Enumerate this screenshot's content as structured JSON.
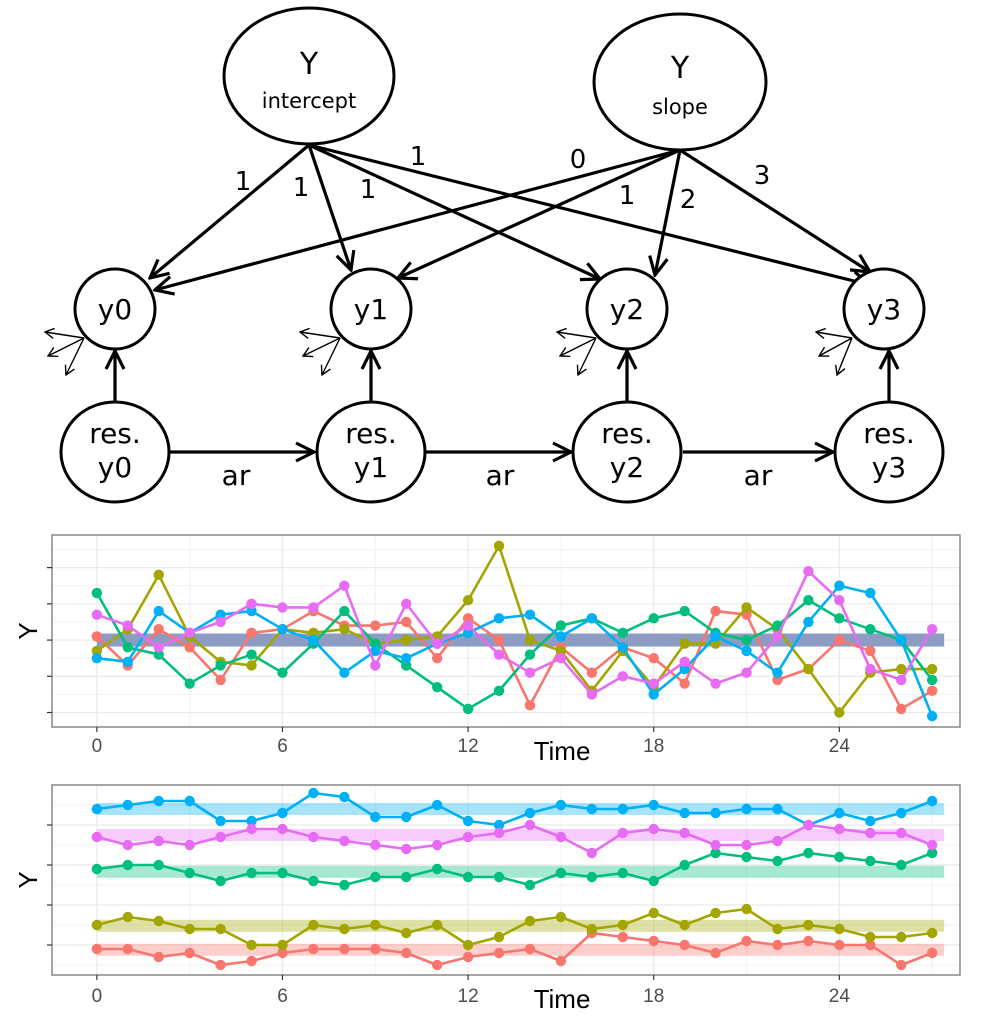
{
  "diagram": {
    "latent_nodes": [
      {
        "id": "intercept",
        "label": "Y",
        "sublabel": "intercept"
      },
      {
        "id": "slope",
        "label": "Y",
        "sublabel": "slope"
      }
    ],
    "observed_nodes": [
      {
        "id": "y0",
        "label": "y0"
      },
      {
        "id": "y1",
        "label": "y1"
      },
      {
        "id": "y2",
        "label": "y2"
      },
      {
        "id": "y3",
        "label": "y3"
      }
    ],
    "residual_nodes": [
      {
        "id": "res0",
        "line1": "res.",
        "line2": "y0"
      },
      {
        "id": "res1",
        "line1": "res.",
        "line2": "y1"
      },
      {
        "id": "res2",
        "line1": "res.",
        "line2": "y2"
      },
      {
        "id": "res3",
        "line1": "res.",
        "line2": "y3"
      }
    ],
    "intercept_loadings": [
      "1",
      "1",
      "1",
      "1"
    ],
    "slope_loadings": [
      "0",
      "1",
      "2",
      "3"
    ],
    "ar_labels": [
      "ar",
      "ar",
      "ar"
    ]
  },
  "chart_data": [
    {
      "type": "line",
      "title": "",
      "xlabel": "Time",
      "ylabel": "Y",
      "x_ticks": [
        0,
        6,
        12,
        18,
        24
      ],
      "x_tick_labels": [
        "0",
        "6",
        "12",
        "18",
        "24"
      ],
      "xlim": [
        -1.45,
        27.9
      ],
      "ylim": [
        -2.4,
        2.9
      ],
      "y_ticks": [
        -2,
        -1,
        0,
        1,
        2
      ],
      "y_tick_labels_shown": false,
      "grid": true,
      "legend": "none",
      "x": [
        0,
        1,
        2,
        3,
        4,
        5,
        6,
        7,
        8,
        9,
        10,
        11,
        12,
        13,
        14,
        15,
        16,
        17,
        18,
        19,
        20,
        21,
        22,
        23,
        24,
        25,
        26,
        27
      ],
      "bands": [
        {
          "name": "common-mean",
          "center": 0.0,
          "halfwidth": 0.18,
          "color": "#8C9CC2"
        }
      ],
      "series": [
        {
          "name": "person-1",
          "color": "#F8766D",
          "values": [
            0.1,
            -0.7,
            0.3,
            -0.2,
            -1.1,
            0.2,
            0.3,
            0.8,
            0.4,
            0.4,
            0.5,
            -0.5,
            0.6,
            0.0,
            -1.8,
            -0.2,
            -0.9,
            -0.2,
            -0.5,
            -1.2,
            0.8,
            0.7,
            -1.1,
            -0.8,
            0.0,
            -0.3,
            -1.9,
            -1.4
          ]
        },
        {
          "name": "person-2",
          "color": "#A3A500",
          "values": [
            -0.3,
            0.3,
            1.8,
            0.1,
            -0.6,
            -0.7,
            0.3,
            0.2,
            0.3,
            -0.1,
            0.0,
            0.1,
            1.1,
            2.6,
            0.0,
            -0.3,
            -1.4,
            -0.3,
            -1.3,
            -0.1,
            -0.1,
            0.9,
            0.3,
            -0.8,
            -2.0,
            -0.9,
            -0.8,
            -0.8
          ]
        },
        {
          "name": "person-3",
          "color": "#00BF7D",
          "values": [
            1.3,
            -0.2,
            -0.4,
            -1.2,
            -0.7,
            -0.4,
            -0.9,
            -0.1,
            0.8,
            -0.1,
            -0.7,
            -1.3,
            -1.9,
            -1.4,
            -0.4,
            0.4,
            0.6,
            0.2,
            0.6,
            0.8,
            0.2,
            0.0,
            0.4,
            1.1,
            0.6,
            0.3,
            0.0,
            -1.1
          ]
        },
        {
          "name": "person-4",
          "color": "#00B0F6",
          "values": [
            -0.5,
            -0.6,
            0.8,
            0.2,
            0.7,
            0.8,
            0.3,
            0.0,
            -0.9,
            -0.3,
            -0.5,
            -0.1,
            0.2,
            0.6,
            0.7,
            0.1,
            0.6,
            -0.2,
            -1.5,
            -0.8,
            0.1,
            -0.3,
            -0.9,
            0.5,
            1.5,
            1.3,
            0.0,
            -2.1
          ]
        },
        {
          "name": "person-5",
          "color": "#E76BF3",
          "values": [
            0.7,
            0.4,
            -0.2,
            0.2,
            0.5,
            1.0,
            0.9,
            0.9,
            1.5,
            -0.7,
            1.0,
            -0.1,
            0.4,
            -0.4,
            -0.9,
            -0.5,
            -1.5,
            -1.0,
            -1.2,
            -0.6,
            -1.2,
            -0.9,
            0.1,
            1.9,
            1.1,
            -0.8,
            -1.1,
            0.3
          ]
        }
      ]
    },
    {
      "type": "line",
      "title": "",
      "xlabel": "Time",
      "ylabel": "Y",
      "x_ticks": [
        0,
        6,
        12,
        18,
        24
      ],
      "x_tick_labels": [
        "0",
        "6",
        "12",
        "18",
        "24"
      ],
      "xlim": [
        -1.45,
        27.9
      ],
      "ylim": [
        -0.75,
        4.0
      ],
      "y_ticks": [
        0,
        1,
        2,
        3
      ],
      "y_tick_labels_shown": false,
      "grid": true,
      "legend": "none",
      "x": [
        0,
        1,
        2,
        3,
        4,
        5,
        6,
        7,
        8,
        9,
        10,
        11,
        12,
        13,
        14,
        15,
        16,
        17,
        18,
        19,
        20,
        21,
        22,
        23,
        24,
        25,
        26,
        27
      ],
      "bands": [
        {
          "name": "person-1-mean",
          "center": -0.12,
          "halfwidth": 0.15,
          "color": "#F8766D"
        },
        {
          "name": "person-2-mean",
          "center": 0.48,
          "halfwidth": 0.15,
          "color": "#A3A500"
        },
        {
          "name": "person-3-mean",
          "center": 1.83,
          "halfwidth": 0.15,
          "color": "#00BF7D"
        },
        {
          "name": "person-5-mean",
          "center": 2.75,
          "halfwidth": 0.15,
          "color": "#E76BF3"
        },
        {
          "name": "person-4-mean",
          "center": 3.4,
          "halfwidth": 0.15,
          "color": "#00B0F6"
        }
      ],
      "series": [
        {
          "name": "person-1",
          "color": "#F8766D",
          "values": [
            -0.1,
            -0.1,
            -0.3,
            -0.2,
            -0.5,
            -0.4,
            -0.2,
            -0.1,
            -0.1,
            -0.1,
            -0.2,
            -0.5,
            -0.3,
            -0.2,
            -0.1,
            -0.4,
            0.3,
            0.2,
            0.1,
            0.0,
            -0.2,
            0.1,
            0.0,
            0.1,
            0.0,
            0.0,
            -0.5,
            -0.2
          ]
        },
        {
          "name": "person-2",
          "color": "#A3A500",
          "values": [
            0.5,
            0.7,
            0.6,
            0.4,
            0.4,
            0.0,
            0.0,
            0.5,
            0.4,
            0.5,
            0.3,
            0.5,
            0.0,
            0.2,
            0.6,
            0.7,
            0.4,
            0.5,
            0.8,
            0.5,
            0.8,
            0.9,
            0.4,
            0.5,
            0.4,
            0.2,
            0.2,
            0.3
          ]
        },
        {
          "name": "person-3",
          "color": "#00BF7D",
          "values": [
            1.9,
            2.0,
            2.0,
            1.8,
            1.6,
            1.8,
            1.8,
            1.6,
            1.5,
            1.7,
            1.7,
            1.9,
            1.7,
            1.7,
            1.5,
            1.8,
            1.7,
            1.8,
            1.6,
            2.0,
            2.3,
            2.2,
            2.1,
            2.3,
            2.2,
            2.1,
            2.0,
            2.3
          ]
        },
        {
          "name": "person-4",
          "color": "#00B0F6",
          "values": [
            3.4,
            3.5,
            3.6,
            3.6,
            3.1,
            3.1,
            3.3,
            3.8,
            3.7,
            3.2,
            3.2,
            3.5,
            3.1,
            3.0,
            3.3,
            3.5,
            3.4,
            3.4,
            3.5,
            3.3,
            3.3,
            3.4,
            3.4,
            3.0,
            3.3,
            3.1,
            3.3,
            3.6
          ]
        },
        {
          "name": "person-5",
          "color": "#E76BF3",
          "values": [
            2.7,
            2.5,
            2.6,
            2.5,
            2.7,
            2.9,
            2.9,
            2.7,
            2.6,
            2.5,
            2.4,
            2.5,
            2.7,
            2.8,
            3.0,
            2.7,
            2.3,
            2.8,
            2.9,
            2.8,
            2.5,
            2.5,
            2.6,
            3.0,
            2.9,
            2.8,
            2.8,
            2.5
          ]
        }
      ]
    }
  ]
}
